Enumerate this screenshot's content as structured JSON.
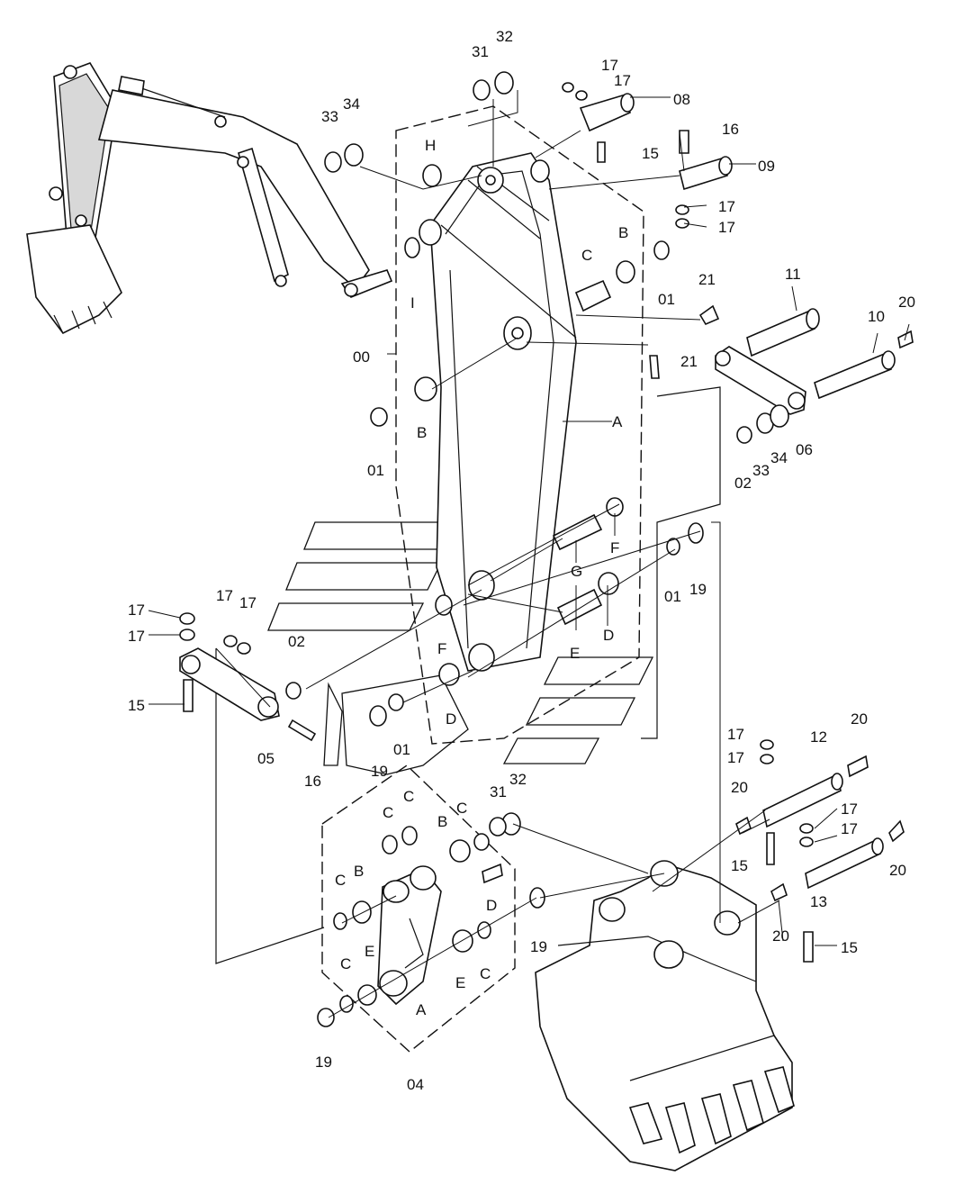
{
  "labels": {
    "p00": "00",
    "p01a": "01",
    "p01b": "01",
    "p01c": "01",
    "p01d": "01",
    "p02a": "02",
    "p02b": "02",
    "p04": "04",
    "p05": "05",
    "p06": "06",
    "p08": "08",
    "p09": "09",
    "p10": "10",
    "p11": "11",
    "p12": "12",
    "p13": "13",
    "p15a": "15",
    "p15b": "15",
    "p15c": "15",
    "p15d": "15",
    "p16a": "16",
    "p16b": "16",
    "p17a": "17",
    "p17b": "17",
    "p17c": "17",
    "p17d": "17",
    "p17e": "17",
    "p17f": "17",
    "p17g": "17",
    "p17h": "17",
    "p17i": "17",
    "p17j": "17",
    "p17k": "17",
    "p17l": "17",
    "p19a": "19",
    "p19b": "19",
    "p19c": "19",
    "p19d": "19",
    "p20a": "20",
    "p20b": "20",
    "p20c": "20",
    "p20d": "20",
    "p21a": "21",
    "p21b": "21",
    "p31a": "31",
    "p31b": "31",
    "p32a": "32",
    "p32b": "32",
    "p33a": "33",
    "p33b": "33",
    "p34a": "34",
    "p34b": "34",
    "lA1": "A",
    "lA2": "A",
    "lB1": "B",
    "lB2": "B",
    "lB3": "B",
    "lB4": "B",
    "lC1": "C",
    "lC2": "C",
    "lC3": "C",
    "lC4": "C",
    "lC5": "C",
    "lC6": "C",
    "lC7": "C",
    "lD1": "D",
    "lD2": "D",
    "lD3": "D",
    "lE1": "E",
    "lE2": "E",
    "lE3": "E",
    "lF1": "F",
    "lF2": "F",
    "lG": "G",
    "lH": "H",
    "lI": "I"
  }
}
